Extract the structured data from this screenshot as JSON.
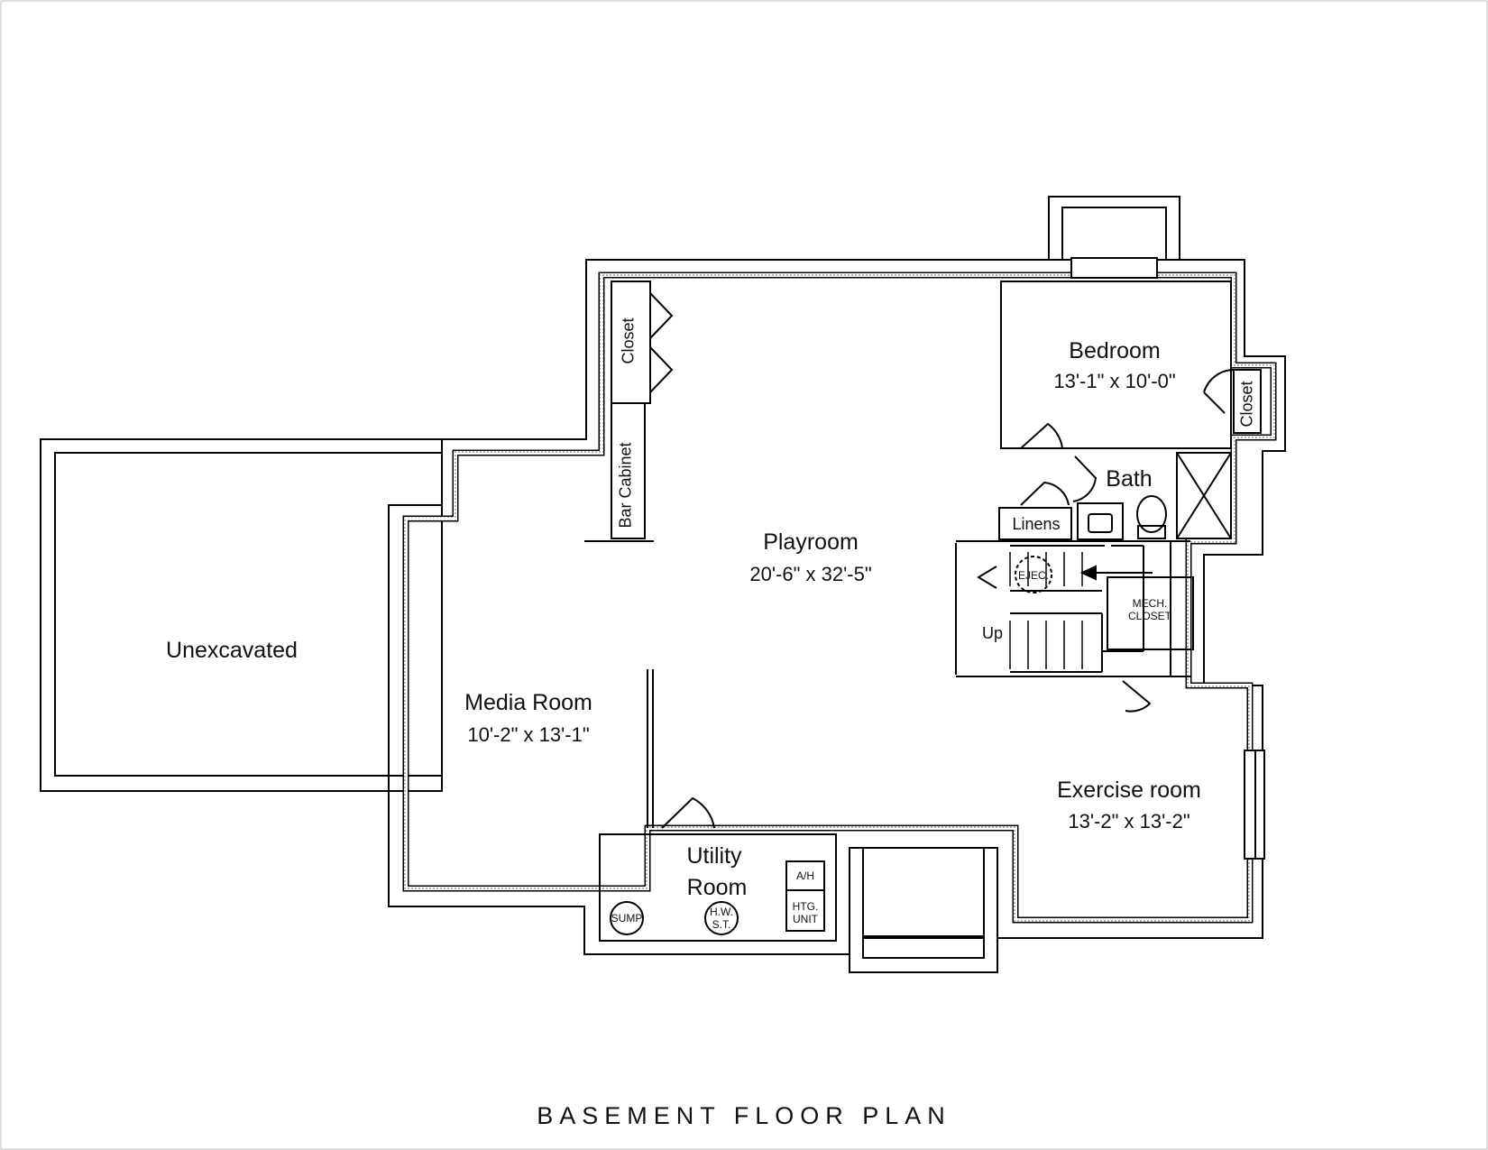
{
  "title": "BASEMENT   FLOOR   PLAN",
  "rooms": {
    "unexcavated": {
      "name": "Unexcavated"
    },
    "media": {
      "name": "Media Room",
      "dims": "10'-2\" x 13'-1\""
    },
    "playroom": {
      "name": "Playroom",
      "dims": "20'-6\" x 32'-5\""
    },
    "bedroom": {
      "name": "Bedroom",
      "dims": "13'-1\" x 10'-0\""
    },
    "bath": {
      "name": "Bath"
    },
    "exercise": {
      "name": "Exercise room",
      "dims": "13'-2\" x 13'-2\""
    },
    "utility": {
      "name_line1": "Utility",
      "name_line2": "Room"
    },
    "closet_left": {
      "name": "Closet"
    },
    "closet_right": {
      "name": "Closet"
    },
    "bar_cabinet": {
      "name": "Bar Cabinet"
    },
    "linens": {
      "name": "Linens"
    },
    "mech_closet": {
      "line1": "MECH.",
      "line2": "CLOSET"
    }
  },
  "fixtures": {
    "up": "Up",
    "ejector": "EJEC.",
    "air_handler": "A/H",
    "heating_unit_line1": "HTG.",
    "heating_unit_line2": "UNIT",
    "sump": "SUMP",
    "water_heater_line1": "H.W.",
    "water_heater_line2": "S.T."
  }
}
